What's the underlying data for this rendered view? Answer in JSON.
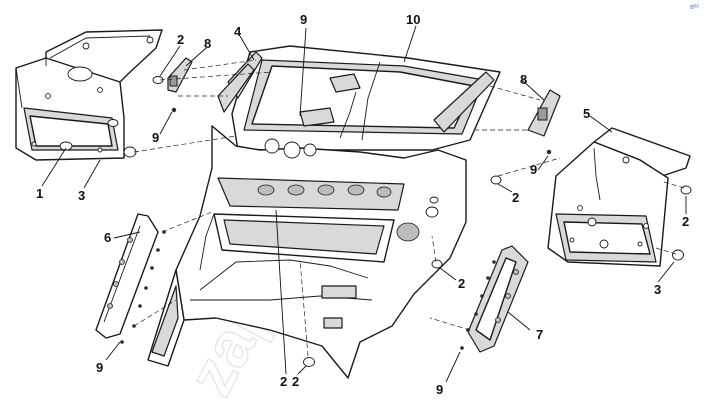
{
  "diagram": {
    "callouts": [
      {
        "id": "c1",
        "label": "1"
      },
      {
        "id": "c2a",
        "label": "2"
      },
      {
        "id": "c2b",
        "label": "2"
      },
      {
        "id": "c2c",
        "label": "2"
      },
      {
        "id": "c2d",
        "label": "2"
      },
      {
        "id": "c2e",
        "label": "2"
      },
      {
        "id": "c2f",
        "label": "2"
      },
      {
        "id": "c3a",
        "label": "3"
      },
      {
        "id": "c3b",
        "label": "3"
      },
      {
        "id": "c4",
        "label": "4"
      },
      {
        "id": "c5",
        "label": "5"
      },
      {
        "id": "c6",
        "label": "6"
      },
      {
        "id": "c7",
        "label": "7"
      },
      {
        "id": "c8a",
        "label": "8"
      },
      {
        "id": "c8b",
        "label": "8"
      },
      {
        "id": "c9a",
        "label": "9"
      },
      {
        "id": "c9b",
        "label": "9"
      },
      {
        "id": "c9c",
        "label": "9"
      },
      {
        "id": "c9d",
        "label": "9"
      },
      {
        "id": "c9e",
        "label": "9"
      },
      {
        "id": "c10",
        "label": "10"
      }
    ],
    "watermark": "zap-kom.ru",
    "corner_mark": "ʚᵇᵉ"
  }
}
